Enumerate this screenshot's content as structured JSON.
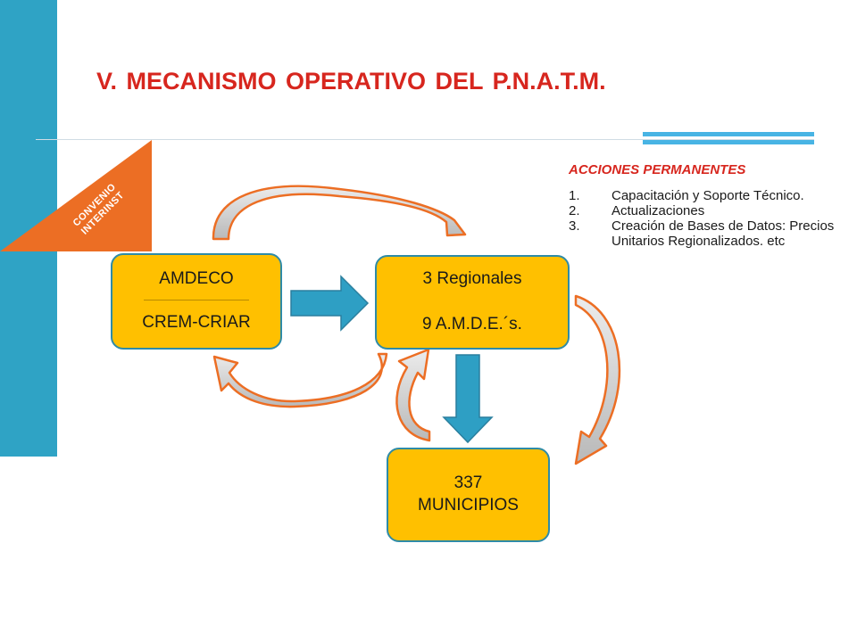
{
  "title": "V. MECANISMO  OPERATIVO  DEL  P.N.A.T.M.",
  "convenio": {
    "line1": "CONVENIO",
    "line2": "INTERINST"
  },
  "nodes": {
    "amdeco": {
      "line1": "AMDECO",
      "line2": "CREM-CRIAR"
    },
    "regionales": {
      "line1": "3  Regionales",
      "line2": "9  A.M.D.E.´s."
    },
    "municipios": {
      "line1": "337",
      "line2": "MUNICIPIOS"
    }
  },
  "acciones": {
    "title": "ACCIONES  PERMANENTES",
    "items": [
      {
        "num": "1.",
        "text": "Capacitación y Soporte Técnico."
      },
      {
        "num": "2.",
        "text": "Actualizaciones"
      },
      {
        "num": "3.",
        "text": "Creación de Bases de Datos: Precios Unitarios Regionalizados. etc"
      }
    ]
  },
  "colors": {
    "accent_red": "#d7261e",
    "box_fill": "#ffc000",
    "box_border": "#2e8ba7",
    "blue_arrow": "#2e9fc4",
    "orange_arrow": "#ec6e24",
    "side_bar": "#2fa3c5"
  }
}
